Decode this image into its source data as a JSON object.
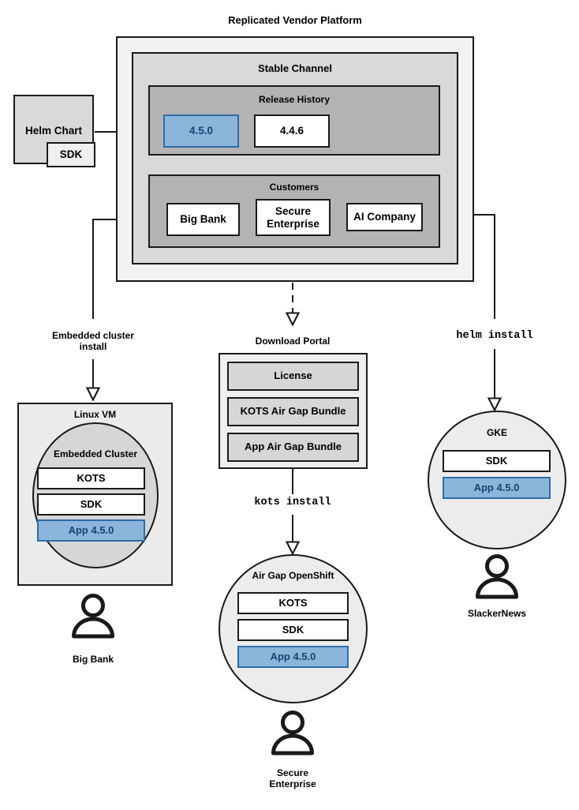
{
  "diagram": {
    "title": "Replicated Vendor Platform",
    "accent_blue": "#8cb5dc",
    "accent_blue_border": "#2d6ca8",
    "accent_blue_text": "#16456f"
  },
  "helm_chart": {
    "label": "Helm Chart",
    "sdk_label": "SDK"
  },
  "platform": {
    "title": "Replicated Vendor Platform",
    "channel": {
      "title": "Stable Channel",
      "release_history": {
        "title": "Release History",
        "releases": [
          {
            "version": "4.5.0",
            "highlighted": true
          },
          {
            "version": "4.4.6",
            "highlighted": false
          }
        ]
      },
      "customers": {
        "title": "Customers",
        "items": [
          {
            "name": "Big Bank"
          },
          {
            "name": "Secure\nEnterprise"
          },
          {
            "name": "AI Company"
          }
        ]
      }
    }
  },
  "flows": {
    "embedded_cluster_install": "Embedded cluster\ninstall",
    "helm_install": "helm install",
    "kots_install": "kots install"
  },
  "download_portal": {
    "title": "Download Portal",
    "items": [
      "License",
      "KOTS Air Gap Bundle",
      "App Air Gap Bundle"
    ]
  },
  "targets": {
    "linux_vm": {
      "title": "Linux VM",
      "cluster_title": "Embedded Cluster",
      "components": [
        {
          "label": "KOTS",
          "highlighted": false
        },
        {
          "label": "SDK",
          "highlighted": false
        },
        {
          "label": "App 4.5.0",
          "highlighted": true
        }
      ],
      "customer": "Big Bank"
    },
    "airgap_openshift": {
      "title": "Air Gap OpenShift",
      "components": [
        {
          "label": "KOTS",
          "highlighted": false
        },
        {
          "label": "SDK",
          "highlighted": false
        },
        {
          "label": "App 4.5.0",
          "highlighted": true
        }
      ],
      "customer": "Secure\nEnterprise"
    },
    "gke": {
      "title": "GKE",
      "components": [
        {
          "label": "SDK",
          "highlighted": false
        },
        {
          "label": "App 4.5.0",
          "highlighted": true
        }
      ],
      "customer": "SlackerNews"
    }
  }
}
